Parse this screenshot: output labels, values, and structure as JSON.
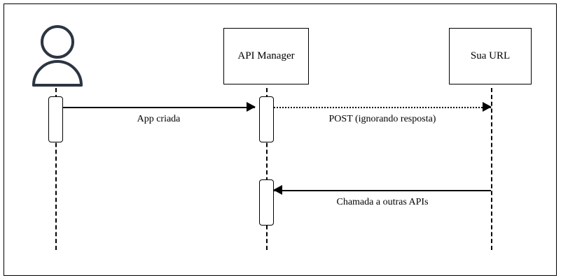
{
  "diagram": {
    "type": "sequence-diagram",
    "title": "",
    "background_color": "#ffffff",
    "line_color": "#000000",
    "actor_color": "#2c3542",
    "participants": [
      {
        "id": "user",
        "label": "",
        "shape": "actor-stick-figure"
      },
      {
        "id": "api-manager",
        "label": "API Manager",
        "shape": "box"
      },
      {
        "id": "sua-url",
        "label": "Sua URL",
        "shape": "box"
      }
    ],
    "messages": [
      {
        "id": "app-criada",
        "label": "App criada",
        "from": "user",
        "to": "api-manager",
        "style": "solid",
        "direction": "right"
      },
      {
        "id": "post-ignorando-resposta",
        "label": "POST (ignorando resposta)",
        "from": "api-manager",
        "to": "sua-url",
        "style": "dotted",
        "direction": "right"
      },
      {
        "id": "chamada-a-outras-apis",
        "label": "Chamada a outras APIs",
        "from": "sua-url",
        "to": "api-manager",
        "style": "solid",
        "direction": "left"
      }
    ]
  }
}
